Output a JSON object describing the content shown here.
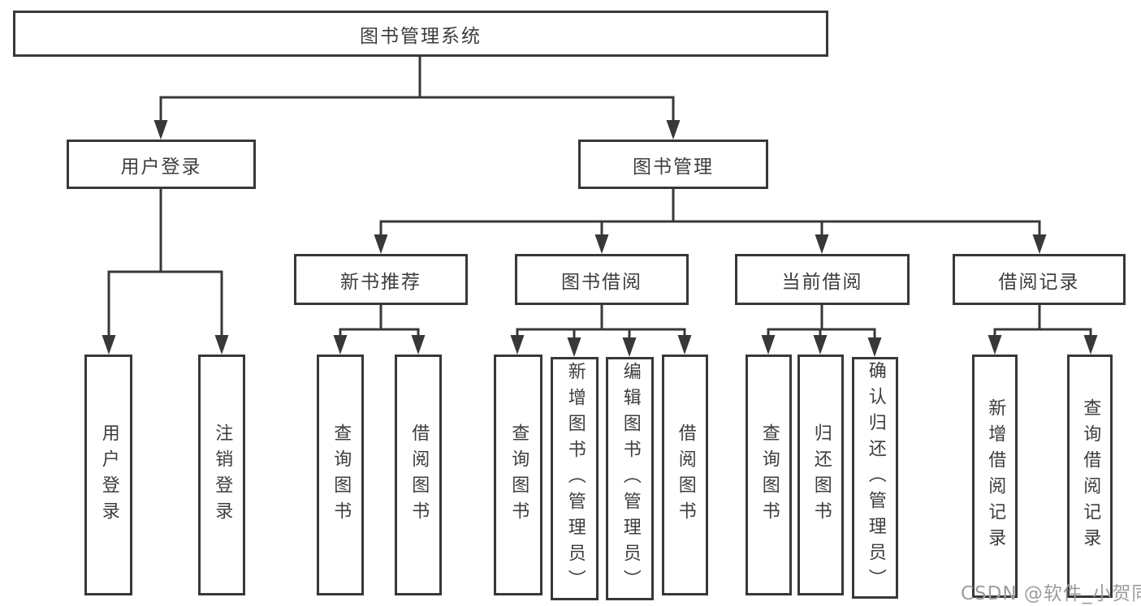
{
  "tree": {
    "root": "图书管理系统",
    "user_login_branch": {
      "label": "用户登录",
      "children": [
        "用户登录",
        "注销登录"
      ]
    },
    "book_mgmt_branch": {
      "label": "图书管理",
      "groups": [
        {
          "label": "新书推荐",
          "children": [
            "查询图书",
            "借阅图书"
          ]
        },
        {
          "label": "图书借阅",
          "children": [
            "查询图书",
            "新增图书（管理员）",
            "编辑图书（管理员）",
            "借阅图书"
          ]
        },
        {
          "label": "当前借阅",
          "children": [
            "查询图书",
            "归还图书",
            "确认归还（管理员）"
          ]
        },
        {
          "label": "借阅记录",
          "children": [
            "新增借阅记录",
            "查询借阅记录"
          ]
        }
      ]
    }
  },
  "watermark": "CSDN @软件_小贺同学",
  "colors": {
    "line": "#383838",
    "box_border": "#383838",
    "text": "#3d3d3d",
    "watermark": "#9d9d9d",
    "background": "#ffffff"
  }
}
